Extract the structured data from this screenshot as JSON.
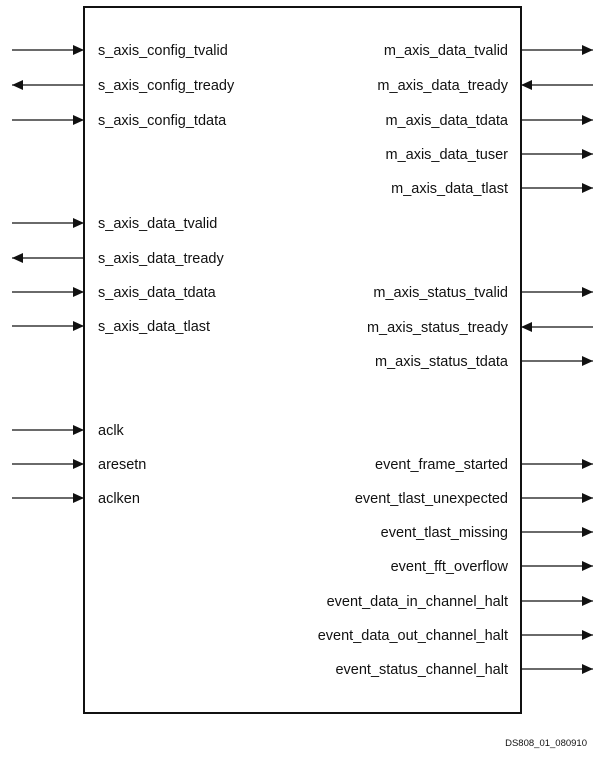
{
  "figure_id": "DS808_01_080910",
  "left_ports": [
    {
      "name": "s_axis_config_tvalid",
      "dir": "in"
    },
    {
      "name": "s_axis_config_tready",
      "dir": "out"
    },
    {
      "name": "s_axis_config_tdata",
      "dir": "in"
    },
    {
      "name": "s_axis_data_tvalid",
      "dir": "in"
    },
    {
      "name": "s_axis_data_tready",
      "dir": "out"
    },
    {
      "name": "s_axis_data_tdata",
      "dir": "in"
    },
    {
      "name": "s_axis_data_tlast",
      "dir": "in"
    },
    {
      "name": "aclk",
      "dir": "in"
    },
    {
      "name": "aresetn",
      "dir": "in"
    },
    {
      "name": "aclken",
      "dir": "in"
    }
  ],
  "right_ports": [
    {
      "name": "m_axis_data_tvalid",
      "dir": "out"
    },
    {
      "name": "m_axis_data_tready",
      "dir": "in"
    },
    {
      "name": "m_axis_data_tdata",
      "dir": "out"
    },
    {
      "name": "m_axis_data_tuser",
      "dir": "out"
    },
    {
      "name": "m_axis_data_tlast",
      "dir": "out"
    },
    {
      "name": "m_axis_status_tvalid",
      "dir": "out"
    },
    {
      "name": "m_axis_status_tready",
      "dir": "in"
    },
    {
      "name": "m_axis_status_tdata",
      "dir": "out"
    },
    {
      "name": "event_frame_started",
      "dir": "out"
    },
    {
      "name": "event_tlast_unexpected",
      "dir": "out"
    },
    {
      "name": "event_tlast_missing",
      "dir": "out"
    },
    {
      "name": "event_fft_overflow",
      "dir": "out"
    },
    {
      "name": "event_data_in_channel_halt",
      "dir": "out"
    },
    {
      "name": "event_data_out_channel_halt",
      "dir": "out"
    },
    {
      "name": "event_status_channel_halt",
      "dir": "out"
    }
  ]
}
